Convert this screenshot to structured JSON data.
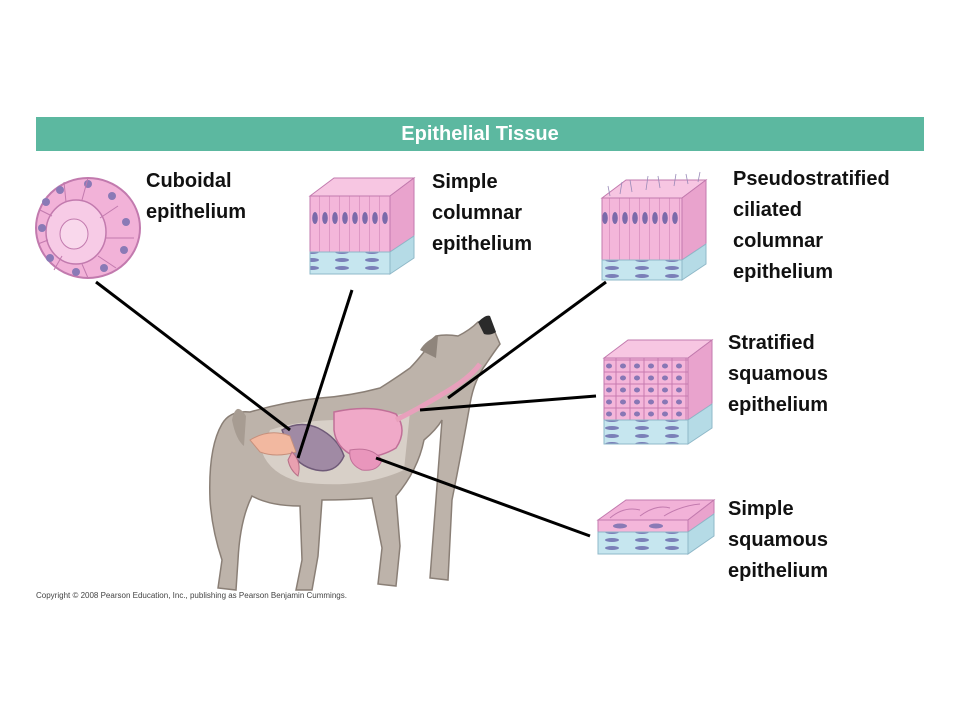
{
  "title": "Epithelial Tissue",
  "labels": {
    "cuboidal": [
      "Cuboidal",
      "epithelium"
    ],
    "simple_columnar": [
      "Simple",
      "columnar",
      "epithelium"
    ],
    "pseudostratified": [
      "Pseudostratified",
      "ciliated",
      "columnar",
      "epithelium"
    ],
    "stratified_squamous": [
      "Stratified",
      "squamous",
      "epithelium"
    ],
    "simple_squamous": [
      "Simple",
      "squamous",
      "epithelium"
    ]
  },
  "copyright": "Copyright © 2008 Pearson Education, Inc., publishing as Pearson Benjamin Cummings.",
  "colors": {
    "banner": "#5cb8a0",
    "cell_pink": "#f0a8d4",
    "cell_edge": "#c070a8",
    "nucleus": "#7a6aa8",
    "basement": "#bfe0ea",
    "wolf_fur": "#b8aea4"
  }
}
